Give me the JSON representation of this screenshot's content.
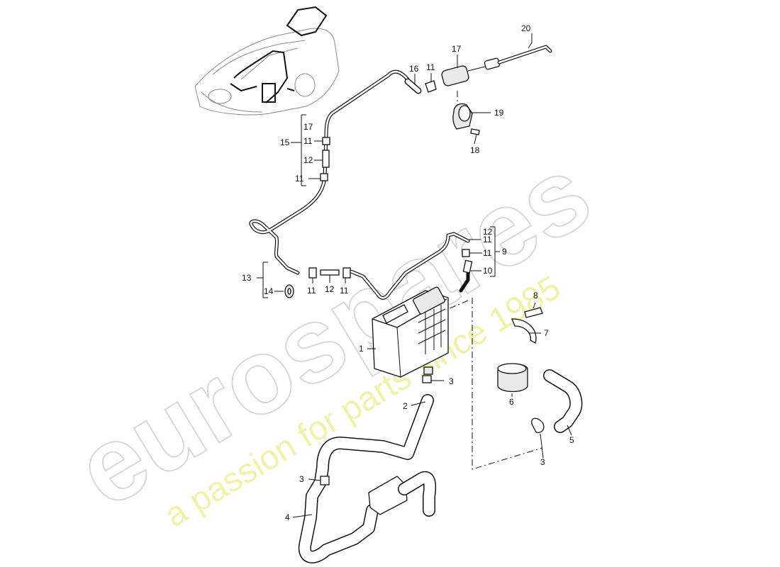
{
  "watermark": {
    "brand": "eurospares",
    "tagline": "a passion for parts since 1985"
  },
  "callouts": {
    "n1": "1",
    "n2": "2",
    "n3a": "3",
    "n3b": "3",
    "n3c": "3",
    "n4": "4",
    "n5": "5",
    "n6": "6",
    "n7": "7",
    "n8": "8",
    "n9": "9",
    "n10": "10",
    "n11a": "11",
    "n11b": "11",
    "n11c": "11",
    "n11d": "11",
    "n11e": "11",
    "n11f": "11",
    "n11g": "11",
    "n12a": "12",
    "n12b": "12",
    "n12c": "12",
    "n13": "13",
    "n14": "14",
    "n15": "15",
    "n16": "16",
    "n17a": "17",
    "n17b": "17",
    "n18": "18",
    "n19": "19",
    "n20": "20"
  }
}
